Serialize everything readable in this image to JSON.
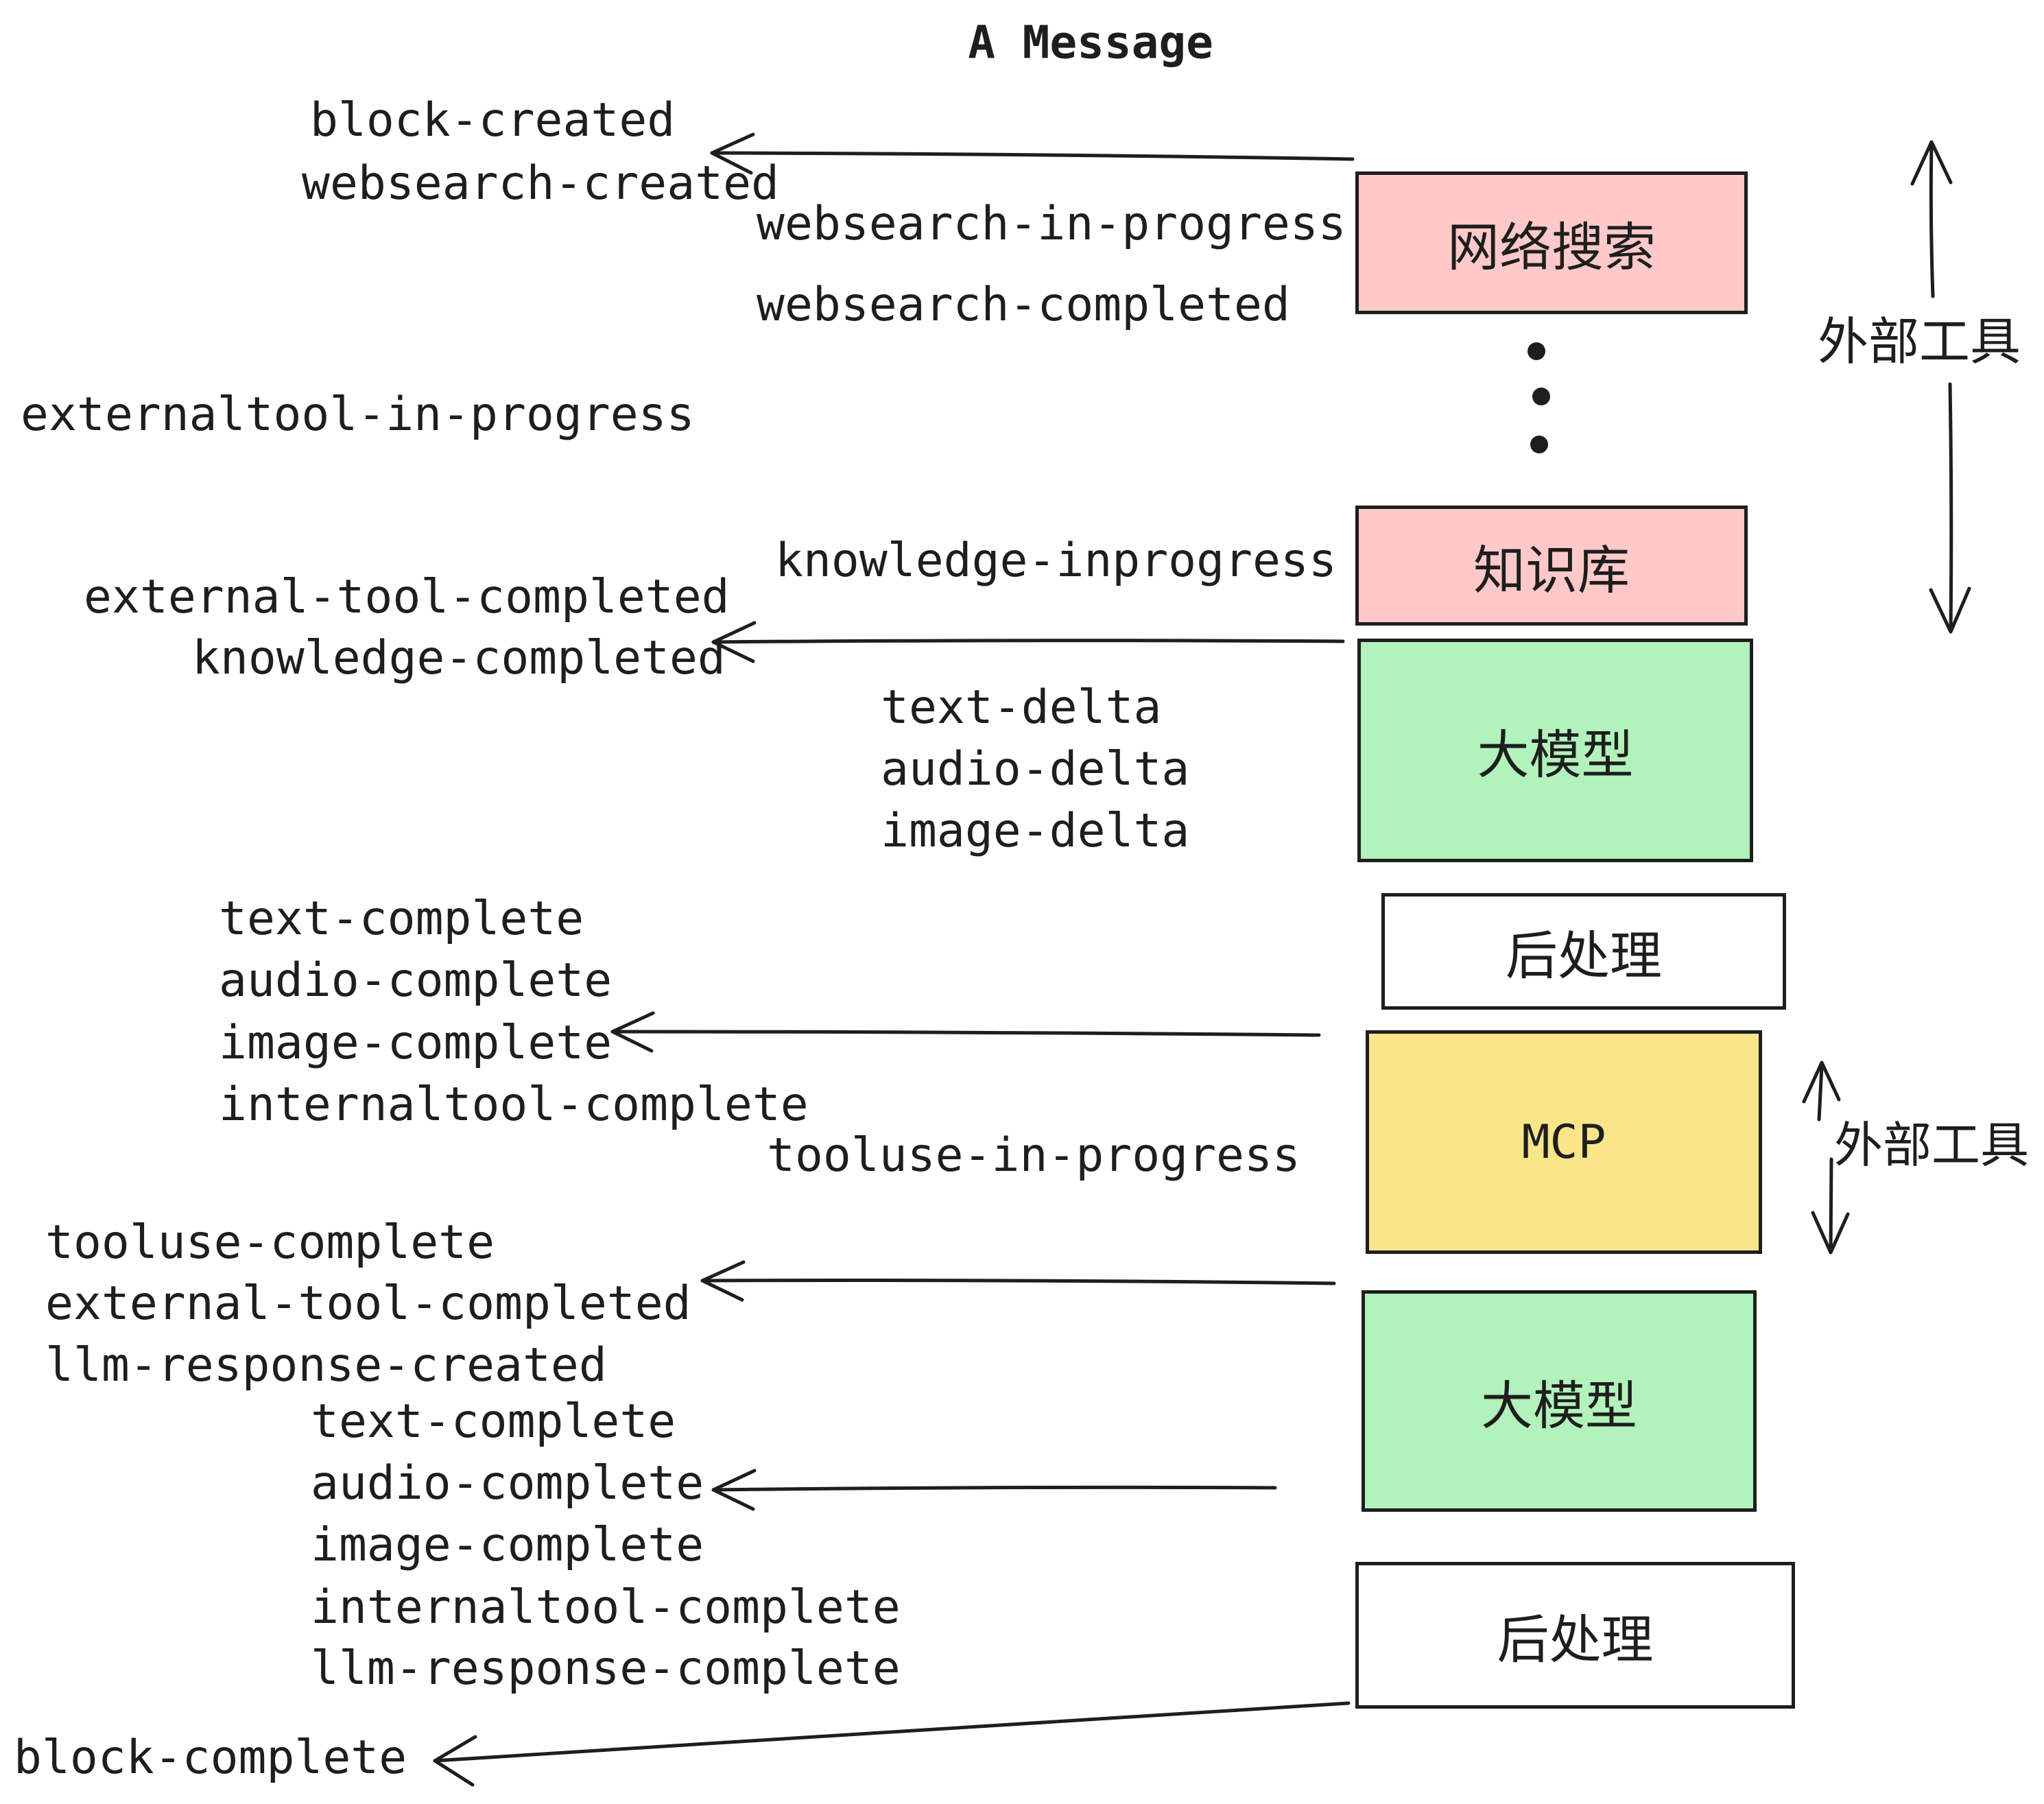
{
  "title": "A Message",
  "colors": {
    "ink": "#1e1e1e",
    "pink": "#ffc9c9",
    "green": "#b2f2bb",
    "yellow": "#fae58a",
    "white": "#ffffff"
  },
  "boxes": [
    {
      "id": "websearch",
      "label": "网络搜索",
      "color": "pink"
    },
    {
      "id": "knowledge",
      "label": "知识库",
      "color": "pink"
    },
    {
      "id": "llm-1",
      "label": "大模型",
      "color": "green"
    },
    {
      "id": "postprocess-1",
      "label": "后处理",
      "color": "white"
    },
    {
      "id": "mcp",
      "label": "MCP",
      "color": "yellow"
    },
    {
      "id": "llm-2",
      "label": "大模型",
      "color": "green"
    },
    {
      "id": "postprocess-2",
      "label": "后处理",
      "color": "white"
    }
  ],
  "side_labels": [
    {
      "text": "外部工具"
    },
    {
      "text": "外部工具"
    }
  ],
  "events": [
    {
      "text": "block-created"
    },
    {
      "text": "websearch-created"
    },
    {
      "text": "websearch-in-progress"
    },
    {
      "text": "websearch-completed"
    },
    {
      "text": "externaltool-in-progress"
    },
    {
      "text": "knowledge-inprogress"
    },
    {
      "text": "external-tool-completed"
    },
    {
      "text": "knowledge-completed"
    },
    {
      "text": "text-delta"
    },
    {
      "text": "audio-delta"
    },
    {
      "text": "image-delta"
    },
    {
      "text": "text-complete"
    },
    {
      "text": "audio-complete"
    },
    {
      "text": "image-complete"
    },
    {
      "text": "internaltool-complete"
    },
    {
      "text": "tooluse-in-progress"
    },
    {
      "text": "tooluse-complete"
    },
    {
      "text": "external-tool-completed"
    },
    {
      "text": "llm-response-created"
    },
    {
      "text": "text-complete"
    },
    {
      "text": "audio-complete"
    },
    {
      "text": "image-complete"
    },
    {
      "text": "internaltool-complete"
    },
    {
      "text": "llm-response-complete"
    },
    {
      "text": "block-complete"
    }
  ]
}
